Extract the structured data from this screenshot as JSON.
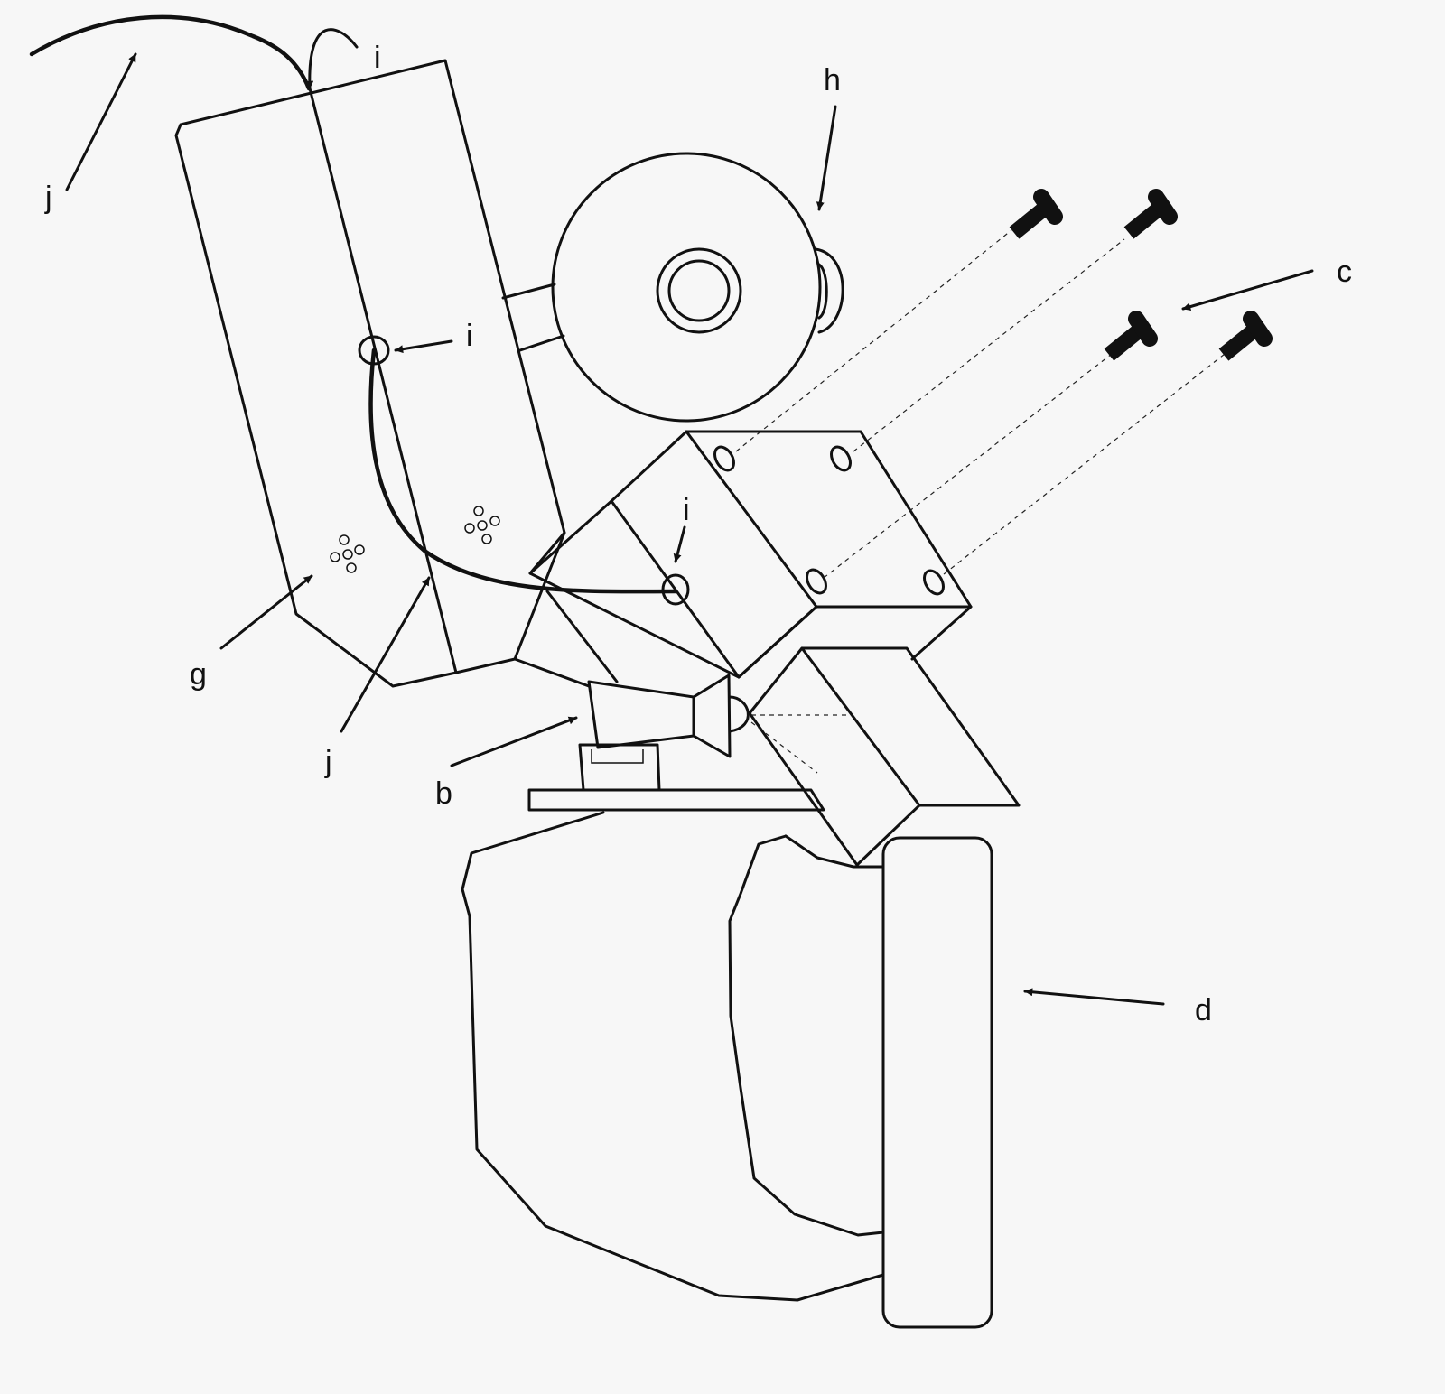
{
  "labels": {
    "j_top": "j",
    "i_top": "i",
    "h": "h",
    "c": "c",
    "i_mid": "i",
    "i_right": "i",
    "g": "g",
    "j_bottom": "j",
    "b": "b",
    "d": "d"
  }
}
